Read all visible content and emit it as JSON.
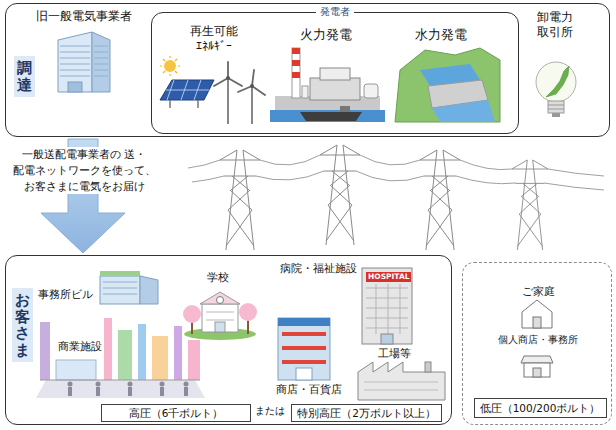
{
  "diagram": {
    "nodes": [
      {
        "text": [
          "調達"
        ]
      },
      {
        "text": [
          "発電者"
        ],
        "in": 0
      },
      {
        "text": [
          "お客さま"
        ]
      },
      {
        "text": [
          "高圧（6千ボルト）"
        ],
        "in": 2
      },
      {
        "text": [
          "特別高圧（2万ボルト以上）"
        ],
        "in": 2
      },
      {
        "text": [
          "ご家庭",
          "個人商店・事務所"
        ]
      },
      {
        "text": [
          "低圧（100/200ボルト）"
        ],
        "in": 5
      }
    ],
    "edges": [
      {
        "from": 0,
        "to": 2,
        "arrow": "to",
        "label": "一般送配電事業者の 送・配電ネットワークを使って、 お客さまに電気をお届け"
      }
    ],
    "labels": [
      "旧一般電気事業者",
      "再生可能 ｴﾈﾙｷﾞｰ",
      "火力発電",
      "水力発電",
      "卸電力 取引所",
      "事務所ビル",
      "学校",
      "病院・福祉施設",
      "HOSPITAL",
      "商業施設",
      "商店・百貨店",
      "工場等",
      "または"
    ]
  }
}
